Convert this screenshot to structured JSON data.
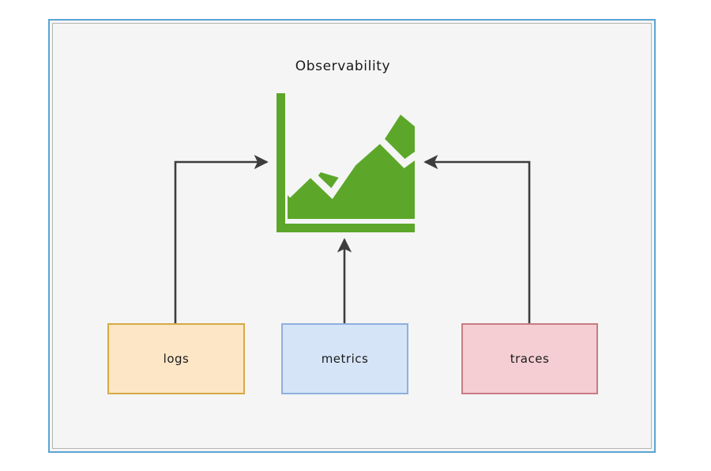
{
  "canvas": {
    "background": "#f5f5f5",
    "page_background": "#ffffff",
    "border_color": "#5ba4d4",
    "inner_border_color": "#b5b5b5"
  },
  "diagram": {
    "title": "Observability",
    "title_color": "#1a1a1a",
    "central_icon": {
      "name": "area-chart-icon",
      "color": "#5ca72a",
      "axis_color": "#5ca72a",
      "description": "green area chart with two stacked series, vertical y-axis bar and horizontal x-axis bar"
    },
    "connector_color": "#3d3d3d",
    "nodes": [
      {
        "id": "logs",
        "label": "logs",
        "fill": "#fce6c6",
        "stroke": "#d6a945",
        "connector": "elbow-right-into-chart-left"
      },
      {
        "id": "metrics",
        "label": "metrics",
        "fill": "#d6e4f8",
        "stroke": "#8fb0dd",
        "connector": "straight-up-into-chart-bottom"
      },
      {
        "id": "traces",
        "label": "traces",
        "fill": "#f4ced2",
        "stroke": "#c87c84",
        "connector": "elbow-left-into-chart-right"
      }
    ]
  }
}
